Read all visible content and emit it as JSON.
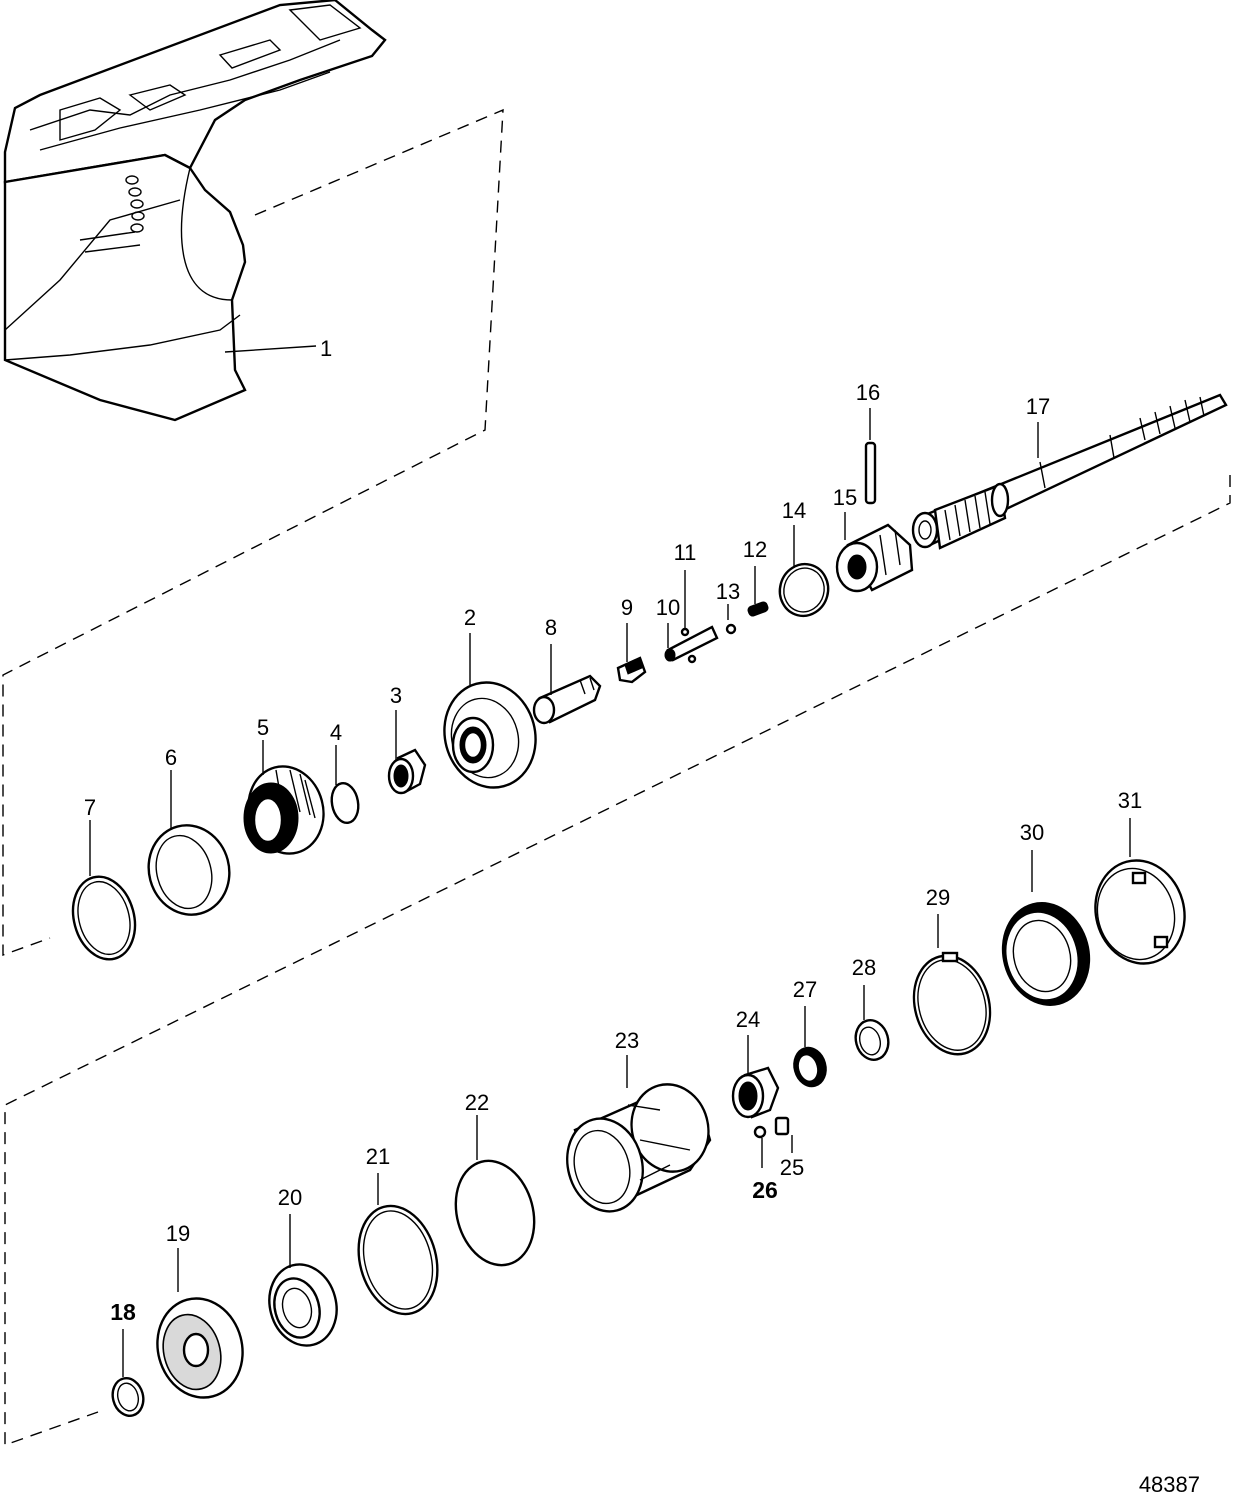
{
  "diagram": {
    "reference_number": "48387",
    "callouts": [
      {
        "id": "1",
        "label": "1"
      },
      {
        "id": "2",
        "label": "2"
      },
      {
        "id": "3",
        "label": "3"
      },
      {
        "id": "4",
        "label": "4"
      },
      {
        "id": "5",
        "label": "5"
      },
      {
        "id": "6",
        "label": "6"
      },
      {
        "id": "7",
        "label": "7"
      },
      {
        "id": "8",
        "label": "8"
      },
      {
        "id": "9",
        "label": "9"
      },
      {
        "id": "10",
        "label": "10"
      },
      {
        "id": "11",
        "label": "11"
      },
      {
        "id": "12",
        "label": "12"
      },
      {
        "id": "13",
        "label": "13"
      },
      {
        "id": "14",
        "label": "14"
      },
      {
        "id": "15",
        "label": "15"
      },
      {
        "id": "16",
        "label": "16"
      },
      {
        "id": "17",
        "label": "17"
      },
      {
        "id": "18",
        "label": "18"
      },
      {
        "id": "19",
        "label": "19"
      },
      {
        "id": "20",
        "label": "20"
      },
      {
        "id": "21",
        "label": "21"
      },
      {
        "id": "22",
        "label": "22"
      },
      {
        "id": "23",
        "label": "23"
      },
      {
        "id": "24",
        "label": "24"
      },
      {
        "id": "25",
        "label": "25"
      },
      {
        "id": "26",
        "label": "26"
      },
      {
        "id": "27",
        "label": "27"
      },
      {
        "id": "28",
        "label": "28"
      },
      {
        "id": "29",
        "label": "29"
      },
      {
        "id": "30",
        "label": "30"
      },
      {
        "id": "31",
        "label": "31"
      }
    ]
  }
}
